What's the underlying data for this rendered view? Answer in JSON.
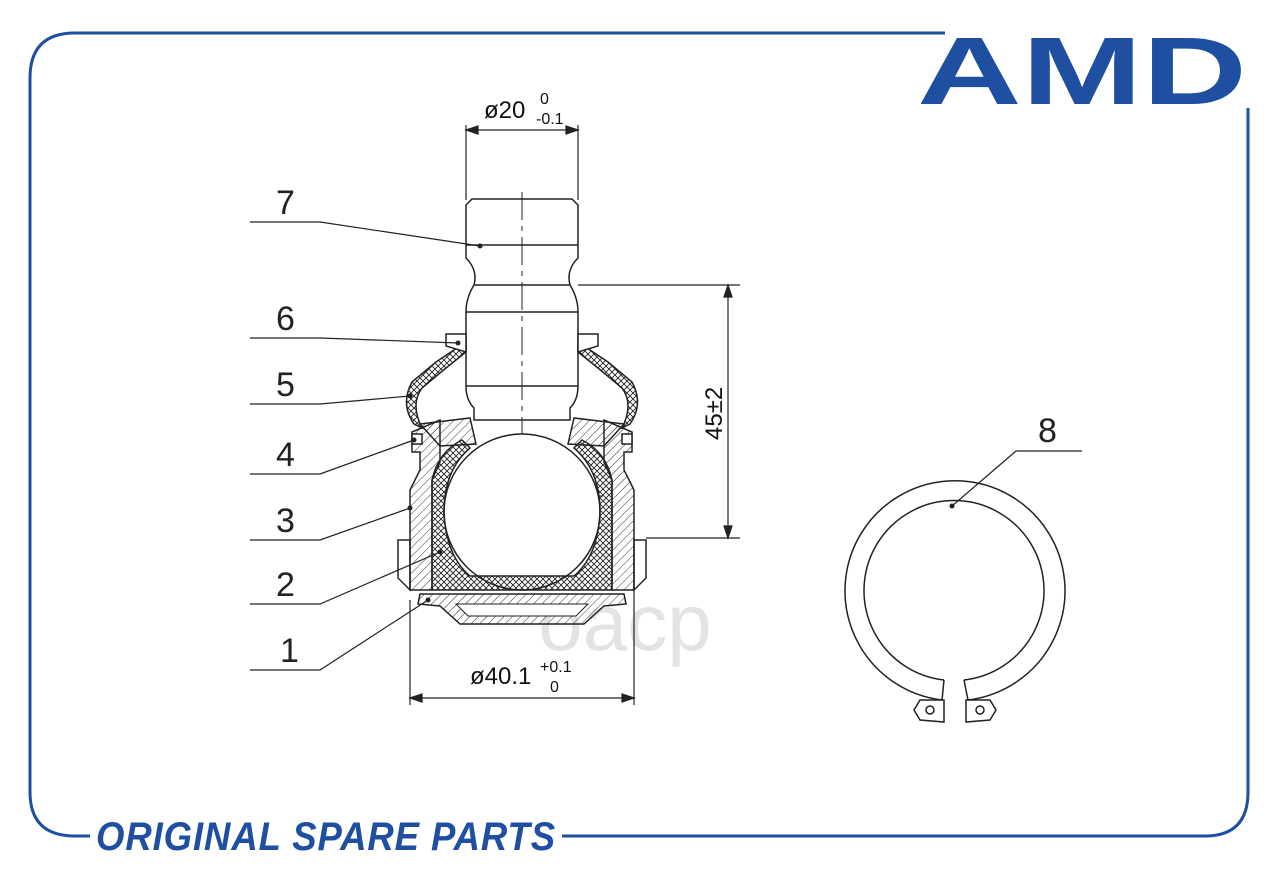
{
  "brand": {
    "logo_text": "AMD",
    "accent_color": "#1f4fa0",
    "footer_text": "ORIGINAL SPARE PARTS",
    "watermark_text": "oacp"
  },
  "dimensions": {
    "stud_diameter": {
      "prefix": "ø20",
      "upper": "0",
      "lower": "-0.1"
    },
    "housing_diameter": {
      "prefix": "ø40.1",
      "upper": "+0.1",
      "lower": "0"
    },
    "height": "45±2"
  },
  "callouts": [
    "1",
    "2",
    "3",
    "4",
    "5",
    "6",
    "7",
    "8"
  ]
}
